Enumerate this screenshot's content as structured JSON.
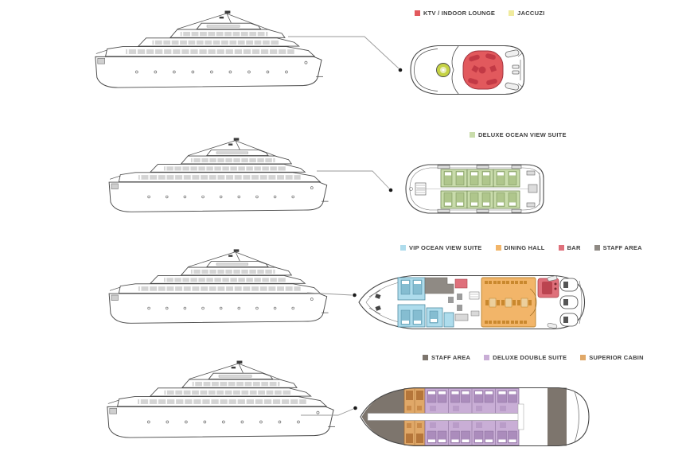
{
  "colors": {
    "ktv_red": "#e2595d",
    "jacuzzi_yellow": "#f0eb9e",
    "jacuzzi_water": "#c5d244",
    "deluxe_green": "#c9dcab",
    "deluxe_green_dark": "#afc68c",
    "vip_blue": "#aedcec",
    "vip_blue_dark": "#85bdd1",
    "dining_orange": "#f2b569",
    "dining_orange_dark": "#c9882e",
    "bar_red": "#df707b",
    "bar_red_dark": "#bb4450",
    "staff_gray": "#8f8a84",
    "double_purple": "#c9aed6",
    "double_purple_dark": "#ab8cbc",
    "superior_tan": "#e0a868",
    "superior_tan_dark": "#b5763a",
    "staff_dark": "#7d756d",
    "leader_line": "#9a9a9a",
    "outline": "#4a4a4a",
    "text": "#3d3d3d"
  },
  "decks": [
    {
      "legend": [
        {
          "label": "KTV / INDOOR LOUNGE"
        },
        {
          "label": "JACCUZI"
        }
      ]
    },
    {
      "legend": [
        {
          "label": "DELUXE OCEAN VIEW SUITE"
        }
      ]
    },
    {
      "legend": [
        {
          "label": "VIP OCEAN VIEW SUITE"
        },
        {
          "label": "DINING HALL"
        },
        {
          "label": "BAR"
        },
        {
          "label": "STAFF AREA"
        }
      ]
    },
    {
      "legend": [
        {
          "label": "STAFF AREA"
        },
        {
          "label": "DELUXE DOUBLE SUITE"
        },
        {
          "label": "SUPERIOR CABIN"
        }
      ]
    }
  ]
}
